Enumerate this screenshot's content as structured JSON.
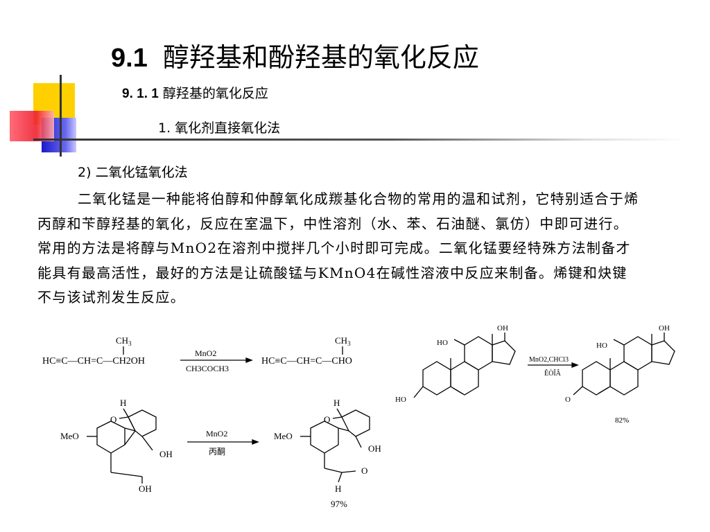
{
  "slide": {
    "title_num": "9.1",
    "title_text": "醇羟基和酚羟基的氧化反应",
    "sub1_num": "9. 1. 1",
    "sub1_text": "醇羟基的氧化反应",
    "sub2": "1. 氧化剂直接氧化法",
    "sub3_num": "2)",
    "sub3_text": "二氧化锰氧化法",
    "paragraph": "二氧化锰是一种能将伯醇和仲醇氧化成羰基化合物的常用的温和试剂，它特别适合于烯丙醇和苄醇羟基的氧化，反应在室温下，中性溶剂（水、苯、石油醚、氯仿）中即可进行。常用的方法是将醇与MnO2在溶剂中搅拌几个小时即可完成。二氧化锰要经特殊方法制备才能具有最高活性，最好的方法是让硫酸锰与KMnO4在碱性溶液中反应来制备。烯键和炔键不与该试剂发生反应。"
  },
  "decor_colors": {
    "yellow": "#ffd700",
    "red": "#ee2222",
    "blue": "#2222cc",
    "dark": "#222222"
  },
  "reaction1": {
    "reactant": "HC≡C—CH=C—CH2OH",
    "methyl": "CH3",
    "reagent_top": "MnO2",
    "reagent_bottom": "CH3COCH3",
    "product": "HC≡C—CH=C—CHO"
  },
  "reaction2": {
    "reagent_top": "MnO2,CHCl3",
    "reagent_bottom": "ÊÒÎÂ",
    "yield": "82%",
    "labels": {
      "oh": "OH",
      "ho": "HO",
      "o": "O"
    }
  },
  "reaction3": {
    "reagent_top": "MnO2",
    "reagent_bottom": "丙酮",
    "yield": "97%",
    "labels": {
      "h": "H",
      "o": "O",
      "meo": "MeO",
      "oh": "OH"
    }
  }
}
